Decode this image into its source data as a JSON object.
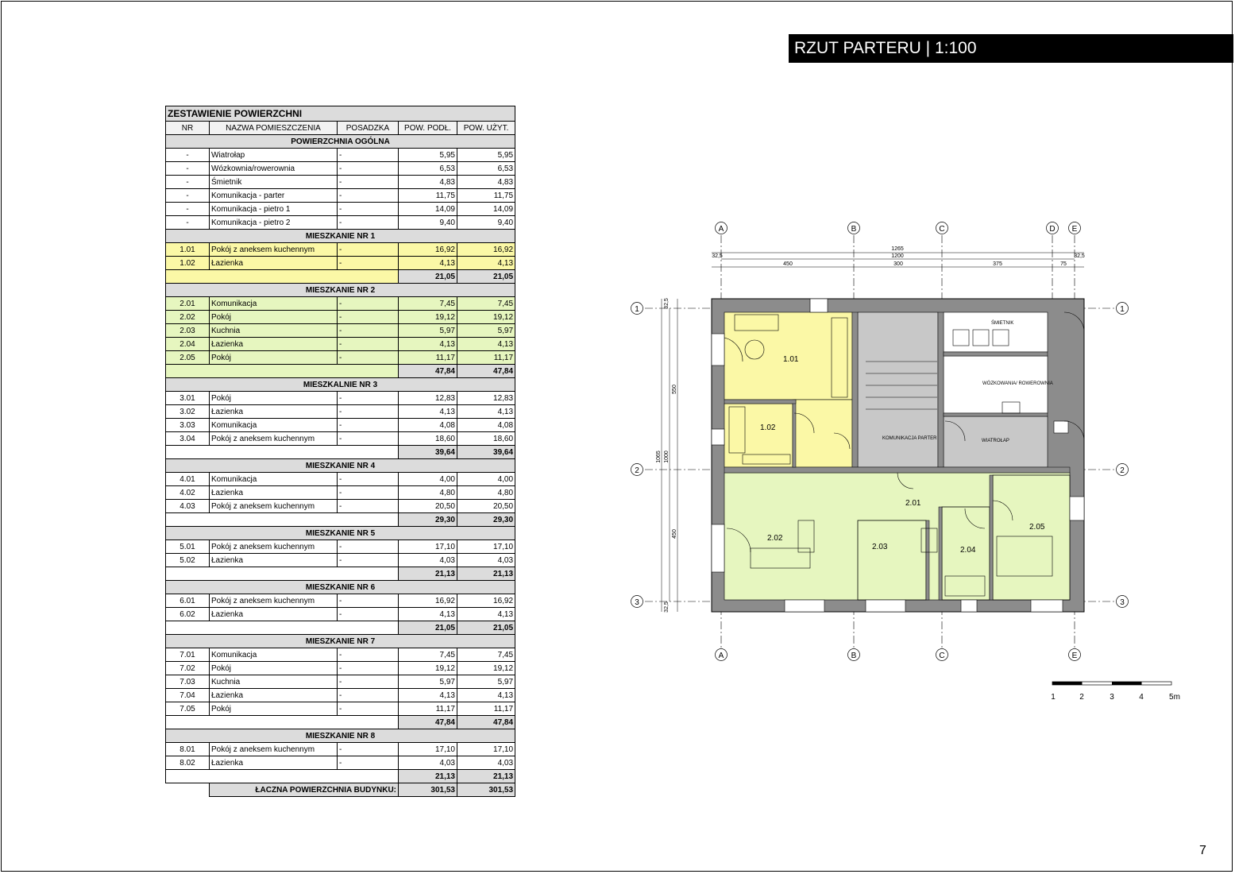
{
  "header": {
    "title": "RZUT PARTERU | 1:100"
  },
  "page_number": "7",
  "table": {
    "title": "ZESTAWIENIE POWIERZCHNI",
    "columns": [
      "NR",
      "NAZWA POMIESZCZENIA",
      "POSADZKA",
      "POW. PODŁ.",
      "POW. UŻYT."
    ],
    "sections": [
      {
        "name": "POWIERZCHNIA OGÓLNA",
        "color": "none",
        "rows": [
          [
            "-",
            "Wiatrołap",
            "-",
            "5,95",
            "5,95"
          ],
          [
            "-",
            "Wózkownia/rowerownia",
            "-",
            "6,53",
            "6,53"
          ],
          [
            "-",
            "Śmietnik",
            "-",
            "4,83",
            "4,83"
          ],
          [
            "-",
            "Komunikacja - parter",
            "-",
            "11,75",
            "11,75"
          ],
          [
            "-",
            "Komunikacja - pietro 1",
            "-",
            "14,09",
            "14,09"
          ],
          [
            "-",
            "Komunikacja - pietro 2",
            "-",
            "9,40",
            "9,40"
          ]
        ],
        "total": null
      },
      {
        "name": "MIESZKANIE NR 1",
        "color": "yellow",
        "rows": [
          [
            "1.01",
            "Pokój z aneksem kuchennym",
            "-",
            "16,92",
            "16,92"
          ],
          [
            "1.02",
            "Łazienka",
            "-",
            "4,13",
            "4,13"
          ]
        ],
        "total": [
          "21,05",
          "21,05"
        ]
      },
      {
        "name": "MIESZKANIE NR 2",
        "color": "green",
        "rows": [
          [
            "2.01",
            "Komunikacja",
            "-",
            "7,45",
            "7,45"
          ],
          [
            "2.02",
            "Pokój",
            "-",
            "19,12",
            "19,12"
          ],
          [
            "2.03",
            "Kuchnia",
            "-",
            "5,97",
            "5,97"
          ],
          [
            "2.04",
            "Łazienka",
            "-",
            "4,13",
            "4,13"
          ],
          [
            "2.05",
            "Pokój",
            "-",
            "11,17",
            "11,17"
          ]
        ],
        "total": [
          "47,84",
          "47,84"
        ]
      },
      {
        "name": "MIESZKALNIE NR 3",
        "color": "none",
        "rows": [
          [
            "3.01",
            "Pokój",
            "-",
            "12,83",
            "12,83"
          ],
          [
            "3.02",
            "Łazienka",
            "-",
            "4,13",
            "4,13"
          ],
          [
            "3.03",
            "Komunikacja",
            "-",
            "4,08",
            "4,08"
          ],
          [
            "3.04",
            "Pokój z aneksem kuchennym",
            "-",
            "18,60",
            "18,60"
          ]
        ],
        "total": [
          "39,64",
          "39,64"
        ]
      },
      {
        "name": "MIESZKANIE NR 4",
        "color": "none",
        "rows": [
          [
            "4.01",
            "Komunikacja",
            "-",
            "4,00",
            "4,00"
          ],
          [
            "4.02",
            "Łazienka",
            "-",
            "4,80",
            "4,80"
          ],
          [
            "4.03",
            "Pokój z aneksem kuchennym",
            "-",
            "20,50",
            "20,50"
          ]
        ],
        "total": [
          "29,30",
          "29,30"
        ]
      },
      {
        "name": "MIESZKANIE NR 5",
        "color": "none",
        "rows": [
          [
            "5.01",
            "Pokój z aneksem kuchennym",
            "-",
            "17,10",
            "17,10"
          ],
          [
            "5.02",
            "Łazienka",
            "-",
            "4,03",
            "4,03"
          ]
        ],
        "total": [
          "21,13",
          "21,13"
        ]
      },
      {
        "name": "MIESZKANIE NR 6",
        "color": "none",
        "rows": [
          [
            "6.01",
            "Pokój z aneksem kuchennym",
            "-",
            "16,92",
            "16,92"
          ],
          [
            "6.02",
            "Łazienka",
            "-",
            "4,13",
            "4,13"
          ]
        ],
        "total": [
          "21,05",
          "21,05"
        ]
      },
      {
        "name": "MIESZKANIE NR 7",
        "color": "none",
        "rows": [
          [
            "7.01",
            "Komunikacja",
            "-",
            "7,45",
            "7,45"
          ],
          [
            "7.02",
            "Pokój",
            "-",
            "19,12",
            "19,12"
          ],
          [
            "7.03",
            "Kuchnia",
            "-",
            "5,97",
            "5,97"
          ],
          [
            "7.04",
            "Łazienka",
            "-",
            "4,13",
            "4,13"
          ],
          [
            "7.05",
            "Pokój",
            "-",
            "11,17",
            "11,17"
          ]
        ],
        "total": [
          "47,84",
          "47,84"
        ]
      },
      {
        "name": "MIESZKANIE NR 8",
        "color": "none",
        "rows": [
          [
            "8.01",
            "Pokój z aneksem kuchennym",
            "-",
            "17,10",
            "17,10"
          ],
          [
            "8.02",
            "Łazienka",
            "-",
            "4,03",
            "4,03"
          ]
        ],
        "total": [
          "21,13",
          "21,13"
        ]
      }
    ],
    "grand_total": {
      "label": "ŁACZNA POWIERZCHNIA BUDYNKU:",
      "pod": "301,53",
      "uzyt": "301,53"
    }
  },
  "plan": {
    "axes_top": [
      "A",
      "B",
      "C",
      "D",
      "E"
    ],
    "axes_bottom": [
      "A",
      "B",
      "C",
      "E"
    ],
    "axes_rows": [
      "1",
      "2",
      "3"
    ],
    "dims_top": {
      "overall": "1265",
      "inner": "1200",
      "seg": [
        "32,5",
        "450",
        "300",
        "375",
        "75",
        "32,5"
      ]
    },
    "dims_left": {
      "overall": "1065",
      "inner": "1000",
      "seg": [
        "32,5",
        "550",
        "450",
        "32,5"
      ]
    },
    "rooms": [
      {
        "id": "1.01",
        "label": "1.01"
      },
      {
        "id": "1.02",
        "label": "1.02"
      },
      {
        "id": "2.01",
        "label": "2.01"
      },
      {
        "id": "2.02",
        "label": "2.02"
      },
      {
        "id": "2.03",
        "label": "2.03"
      },
      {
        "id": "2.04",
        "label": "2.04"
      },
      {
        "id": "2.05",
        "label": "2.05"
      },
      {
        "id": "smietnik",
        "label": "ŚMIETNIK"
      },
      {
        "id": "wozkownia",
        "label": "WÓZKOWANIA/ ROWEROWNIA"
      },
      {
        "id": "komunikacja",
        "label": "KOMUNIKACJA PARTER"
      },
      {
        "id": "wiatrolap",
        "label": "WIATROŁAP"
      }
    ],
    "colors": {
      "yellow": "#fbf8a6",
      "green": "#e6f6bf",
      "gray": "#c8c8c8",
      "wall": "#8c8c8c"
    },
    "scale": [
      "1",
      "2",
      "3",
      "4",
      "5m"
    ]
  }
}
